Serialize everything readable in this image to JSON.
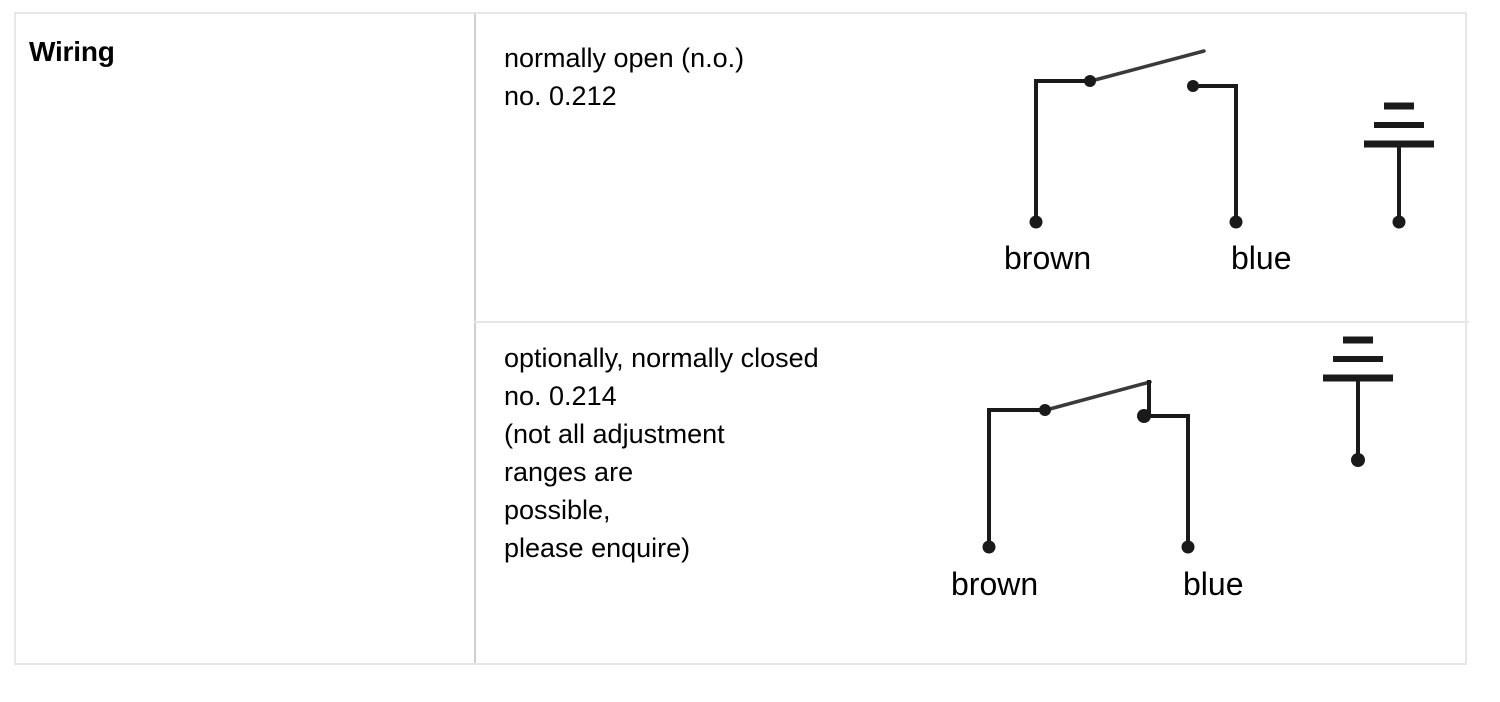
{
  "table": {
    "row_label": "Wiring",
    "rows": [
      {
        "id": "normally-open",
        "text": "normally open (n.o.)\nno. 0.212",
        "diagram": {
          "type": "switch-normally-open",
          "contact_state": "open",
          "terminals": [
            {
              "name": "brown-terminal",
              "label": "brown"
            },
            {
              "name": "blue-terminal",
              "label": "blue"
            }
          ],
          "ground_symbol": "earth-ground"
        }
      },
      {
        "id": "normally-closed",
        "text": "optionally, normally closed\nno. 0.214\n(not all adjustment\nranges are\npossible,\nplease enquire)",
        "diagram": {
          "type": "switch-normally-closed",
          "contact_state": "closed",
          "terminals": [
            {
              "name": "brown-terminal",
              "label": "brown"
            },
            {
              "name": "blue-terminal",
              "label": "blue"
            }
          ],
          "ground_symbol": "earth-ground"
        }
      }
    ]
  },
  "colors": {
    "text": "#000000",
    "wire": "#1a1a1a",
    "arm": "#3a3a3a",
    "border_outer": "#e6e6e6",
    "border_inner": "#cfcfcf",
    "background": "#ffffff"
  }
}
